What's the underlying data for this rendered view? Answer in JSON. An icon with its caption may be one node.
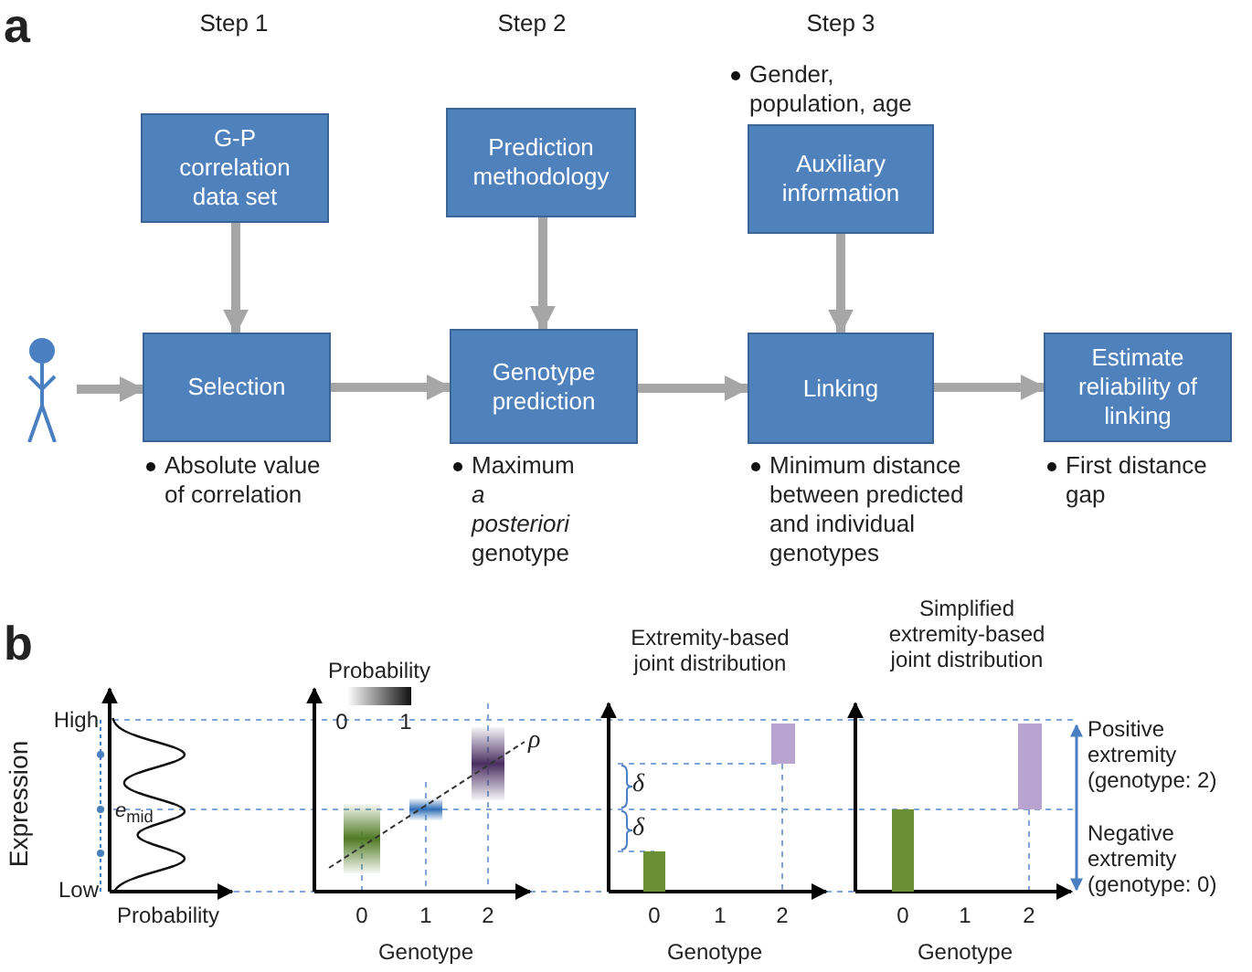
{
  "diagram": {
    "nodes": [
      {
        "text": [],
        "shape": "person"
      },
      {
        "text": [
          "G-P correlation data set"
        ]
      },
      {
        "text": [
          "Selection"
        ],
        "beside": [
          "Absolute value of correlation"
        ]
      },
      {
        "text": [
          "Prediction methodology"
        ]
      },
      {
        "text": [
          "Genotype prediction"
        ],
        "beside": [
          "Maximum *a posteriori* genotype"
        ]
      },
      {
        "text": [
          "Auxiliary information"
        ],
        "beside": [
          "Gender, population, age"
        ]
      },
      {
        "text": [
          "Linking"
        ],
        "beside": [
          "Minimum distance between predicted and individual genotypes"
        ]
      },
      {
        "text": [
          "Estimate reliability of linking"
        ],
        "beside": [
          "First distance gap"
        ]
      }
    ],
    "edges": [
      {
        "from": 0,
        "to": 2,
        "arrow": "to"
      },
      {
        "from": 1,
        "to": 2,
        "arrow": "to"
      },
      {
        "from": 2,
        "to": 4,
        "arrow": "to"
      },
      {
        "from": 3,
        "to": 4,
        "arrow": "to"
      },
      {
        "from": 4,
        "to": 6,
        "arrow": "to"
      },
      {
        "from": 5,
        "to": 6,
        "arrow": "to"
      },
      {
        "from": 6,
        "to": 7,
        "arrow": "to"
      }
    ],
    "labels": [
      "a",
      "Step 1",
      "Step 2",
      "Step 3",
      "b",
      "Expression",
      "High",
      "Low",
      "Probability",
      "*e*$_{mid}$",
      "Probability",
      "0",
      "1",
      "ρ",
      "0",
      "1",
      "2",
      "Genotype",
      "Extremity-based joint distribution",
      "δ",
      "δ",
      "0",
      "1",
      "2",
      "Genotype",
      "Simplified extremity-based joint distribution",
      "0",
      "1",
      "2",
      "Genotype",
      "Positive extremity (genotype: 2)",
      "Negative extremity (genotype: 0)"
    ]
  }
}
